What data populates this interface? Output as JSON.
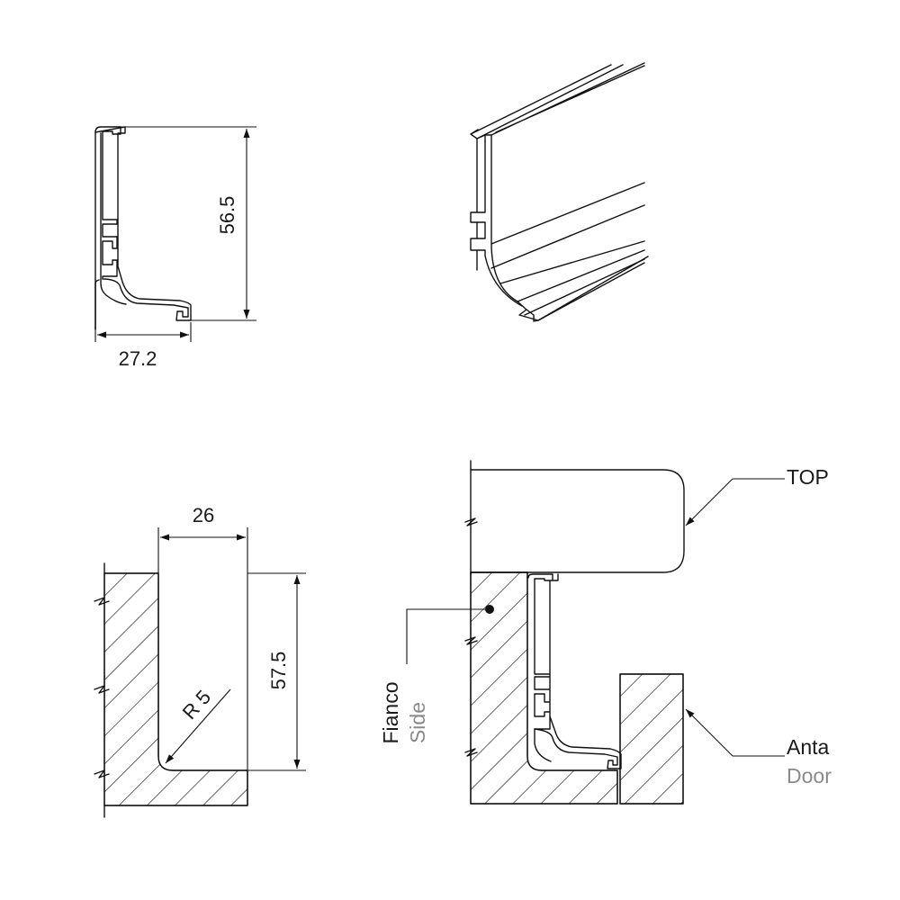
{
  "profile_section": {
    "width_label": "27.2",
    "height_label": "56.5"
  },
  "groove_section": {
    "width_label": "26",
    "depth_label": "57.5",
    "radius_label": "R 5"
  },
  "assembly": {
    "top_label": "TOP",
    "side_label_it": "Fianco",
    "side_label_en": "Side",
    "door_label_it": "Anta",
    "door_label_en": "Door"
  }
}
